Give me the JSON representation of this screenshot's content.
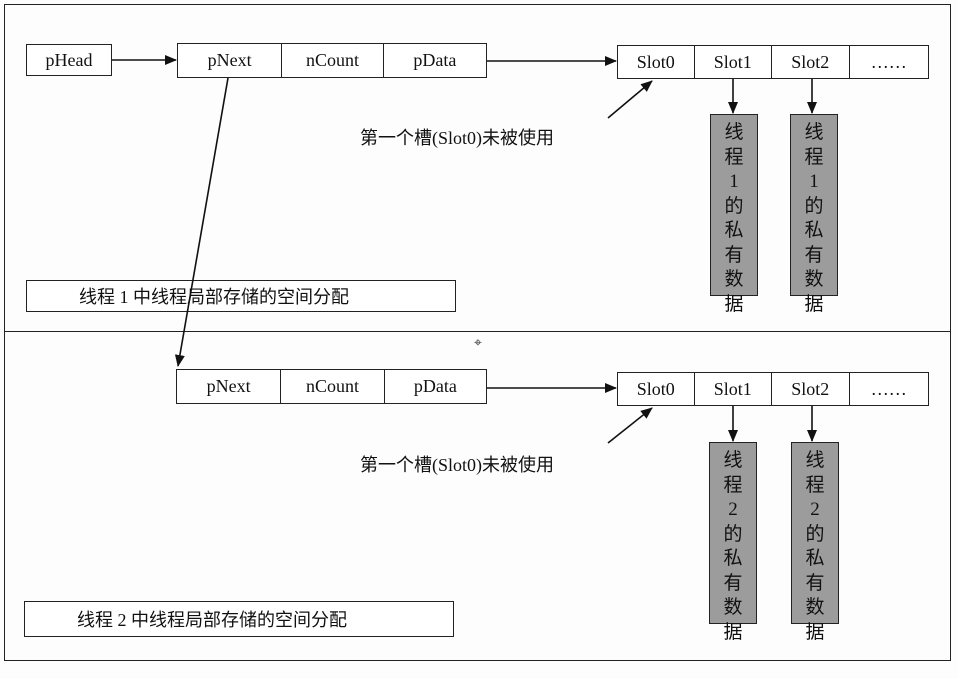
{
  "top_mark": "▲",
  "center_mark": "⌖",
  "panels": [
    {
      "head_label": "pHead",
      "fields": [
        "pNext",
        "nCount",
        "pData"
      ],
      "slots": [
        "Slot0",
        "Slot1",
        "Slot2",
        "……"
      ],
      "note": "第一个槽(Slot0)未被使用",
      "private_data": [
        [
          "线",
          "程",
          "1",
          "的",
          "私",
          "有",
          "数",
          "据"
        ],
        [
          "线",
          "程",
          "1",
          "的",
          "私",
          "有",
          "数",
          "据"
        ]
      ],
      "caption": "线程 1 中线程局部存储的空间分配"
    },
    {
      "fields": [
        "pNext",
        "nCount",
        "pData"
      ],
      "slots": [
        "Slot0",
        "Slot1",
        "Slot2",
        "……"
      ],
      "note": "第一个槽(Slot0)未被使用",
      "private_data": [
        [
          "线",
          "程",
          "2",
          "的",
          "私",
          "有",
          "数",
          "据"
        ],
        [
          "线",
          "程",
          "2",
          "的",
          "私",
          "有",
          "数",
          "据"
        ]
      ],
      "caption": "线程 2 中线程局部存储的空间分配"
    }
  ]
}
